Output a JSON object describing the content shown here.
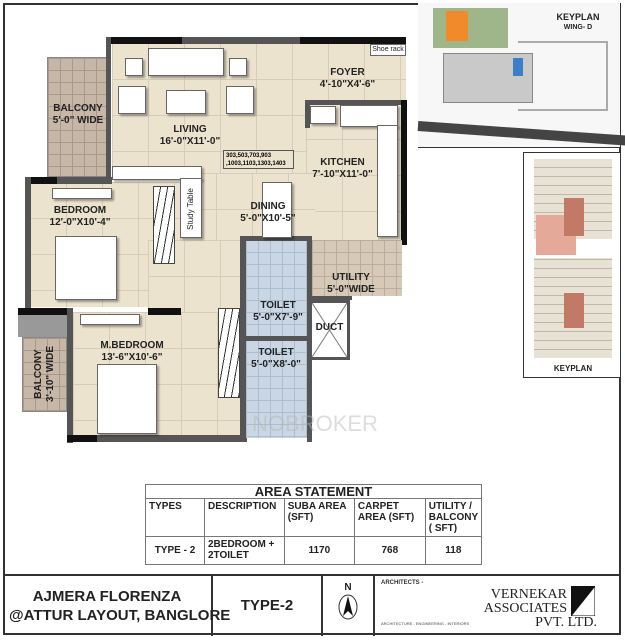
{
  "keyplan_site": {
    "title": "KEYPLAN",
    "subtitle": "WING- D"
  },
  "keyplan_floor": {
    "title": "KEYPLAN"
  },
  "rooms": {
    "balcony_1": {
      "name": "BALCONY",
      "size": "5'-0\" WIDE"
    },
    "living": {
      "name": "LIVING",
      "size": "16'-0\"X11'-0\""
    },
    "foyer": {
      "name": "FOYER",
      "size": "4'-10\"X4'-6\""
    },
    "shoe_rack": {
      "name": "Shoe rack"
    },
    "kitchen": {
      "name": "KITCHEN",
      "size": "7'-10\"X11'-0\""
    },
    "unit_numbers": {
      "line1": "303,503,703,903",
      "line2": ",1003,1103,1303,1403"
    },
    "bedroom": {
      "name": "BEDROOM",
      "size": "12'-0\"X10'-4\""
    },
    "study_table": {
      "name": "Study Table"
    },
    "dining": {
      "name": "DINING",
      "size": "5'-0\"X10'-5\""
    },
    "utility": {
      "name": "UTILITY",
      "size": "5'-0\"WIDE"
    },
    "toilet_1": {
      "name": "TOILET",
      "size": "5'-0\"X7'-9\""
    },
    "duct": {
      "name": "DUCT"
    },
    "toilet_2": {
      "name": "TOILET",
      "size": "5'-0\"X8'-0\""
    },
    "m_bedroom": {
      "name": "M.BEDROOM",
      "size": "13'-6\"X10'-6\""
    },
    "balcony_2": {
      "name": "BALCONY",
      "size": "3'-10\" WIDE"
    }
  },
  "watermark": "NOBROKER",
  "area_statement": {
    "title": "AREA STATEMENT",
    "headers": [
      "TYPES",
      "DESCRIPTION",
      "SUBA AREA (SFT)",
      "CARPET AREA (SFT)",
      "UTILITY / BALCONY ( SFT)"
    ],
    "rows": [
      {
        "type": "TYPE - 2",
        "description": "2BEDROOM + 2TOILET",
        "suba_area": "1170",
        "carpet_area": "768",
        "utility_balcony": "118"
      }
    ]
  },
  "title_block": {
    "project_line1": "AJMERA FLORENZA",
    "project_line2": "@ATTUR LAYOUT, BANGLORE",
    "type": "TYPE-2",
    "north": "N",
    "architects_label": "ARCHITECTS -",
    "firm_line1": "VERNEKAR",
    "firm_line2": "ASSOCIATES",
    "firm_line3": "PVT. LTD.",
    "firm_tagline": "ARCHITECTURE - ENGINEERING - INTERIORS"
  }
}
